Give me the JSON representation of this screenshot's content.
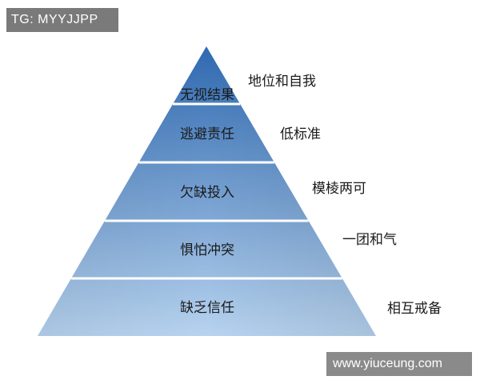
{
  "watermark_top": "TG: MYYJJPP",
  "watermark_bottom": "www.yiuceung.com",
  "pyramid": {
    "tiers": [
      {
        "label": "无视结果",
        "side": "地位和自我"
      },
      {
        "label": "逃避责任",
        "side": "低标准"
      },
      {
        "label": "欠缺投入",
        "side": "模棱两可"
      },
      {
        "label": "惧怕冲突",
        "side": "一团和气"
      },
      {
        "label": "缺乏信任",
        "side": "相互戒备"
      }
    ]
  },
  "colors": {
    "top": "#2f69b0",
    "bottom": "#b7d3ef",
    "divider": "#ffffff"
  }
}
